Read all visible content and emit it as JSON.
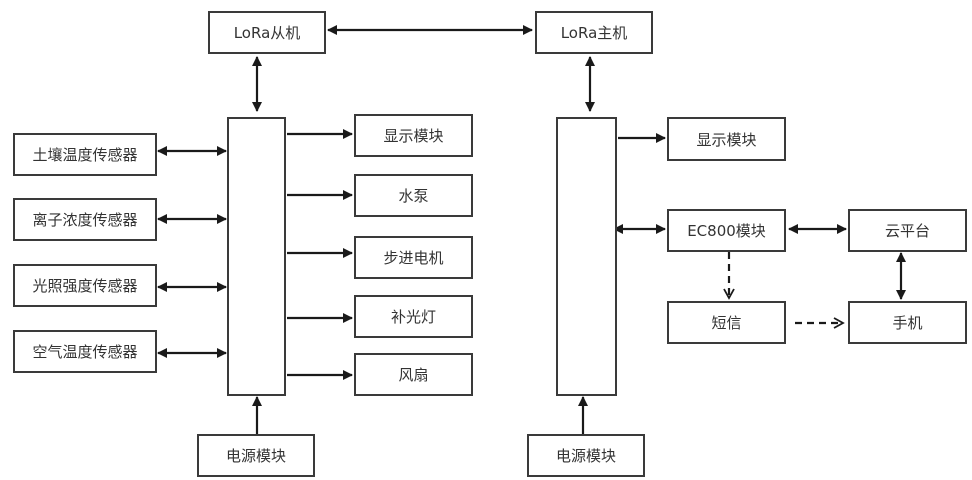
{
  "colors": {
    "stroke": "#1a1a1a",
    "box_border": "#3a3a3a",
    "text": "#333333"
  },
  "nodes": {
    "lora_slave": "LoRa从机",
    "lora_master": "LoRa主机",
    "sensor_soil_temp": "土壤温度传感器",
    "sensor_ion": "离子浓度传感器",
    "sensor_light": "光照强度传感器",
    "sensor_air_temp": "空气温度传感器",
    "slave_display": "显示模块",
    "pump": "水泵",
    "stepper_motor": "步进电机",
    "fill_light": "补光灯",
    "fan": "风扇",
    "slave_power": "电源模块",
    "master_display": "显示模块",
    "ec800": "EC800模块",
    "cloud": "云平台",
    "sms": "短信",
    "phone": "手机",
    "master_power": "电源模块"
  }
}
